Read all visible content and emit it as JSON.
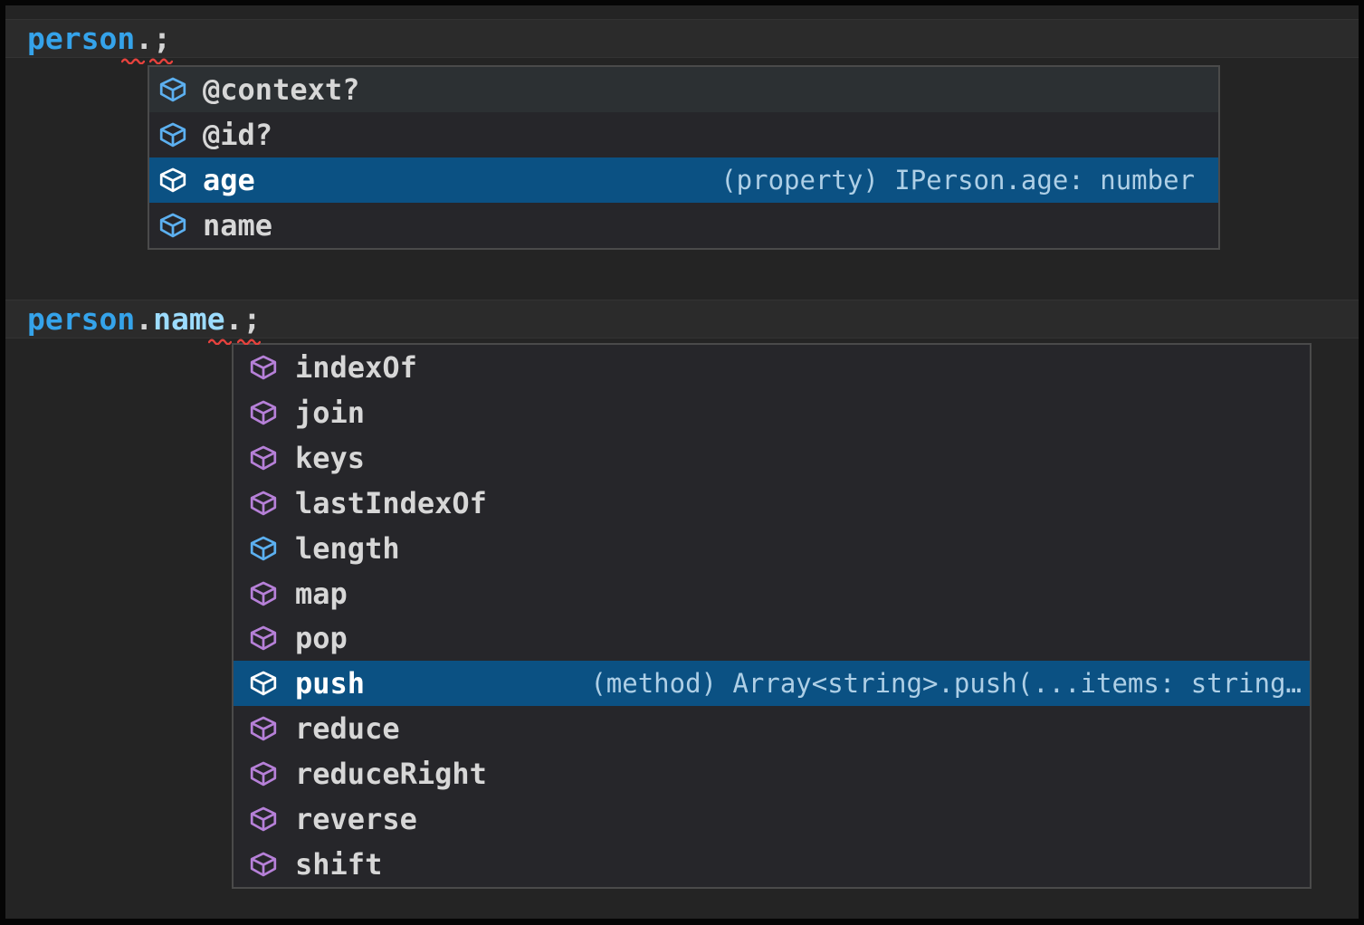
{
  "editor": {
    "colors": {
      "background": "#242424",
      "current_line": "#2b2b2b",
      "selection_blue": "#0b5183",
      "popup_background": "#26262a",
      "popup_border": "#4a4a4a",
      "hover_row": "#2c3033",
      "field_icon_blue": "#5cb0f0",
      "method_icon_purple": "#b680d8",
      "squiggle_red": "#e5423d",
      "variable_blue": "#35a3ea",
      "property_light_blue": "#9cdcfe",
      "punctuation": "#d4d4d4"
    },
    "code_lines": [
      {
        "name": "code-line-1",
        "tokens": [
          {
            "text": "person",
            "color": "#35a3ea"
          },
          {
            "text": ".",
            "color": "#d4d4d4"
          },
          {
            "text": ";",
            "color": "#d4d4d4"
          }
        ]
      },
      {
        "name": "code-line-2",
        "tokens": [
          {
            "text": "person",
            "color": "#35a3ea"
          },
          {
            "text": ".",
            "color": "#d4d4d4"
          },
          {
            "text": "name",
            "color": "#9cdcfe"
          },
          {
            "text": ".",
            "color": "#d4d4d4"
          },
          {
            "text": ";",
            "color": "#d4d4d4"
          }
        ]
      }
    ],
    "suggest_widgets": [
      {
        "name": "suggest-widget-person",
        "items": [
          {
            "label": "@context?",
            "kind": "field",
            "state": "hover"
          },
          {
            "label": "@id?",
            "kind": "field",
            "state": "normal"
          },
          {
            "label": "age",
            "kind": "field",
            "state": "selected",
            "detail": "(property) IPerson.age: number"
          },
          {
            "label": "name",
            "kind": "field",
            "state": "normal"
          }
        ]
      },
      {
        "name": "suggest-widget-person-name",
        "items": [
          {
            "label": "indexOf",
            "kind": "method",
            "state": "normal"
          },
          {
            "label": "join",
            "kind": "method",
            "state": "normal"
          },
          {
            "label": "keys",
            "kind": "method",
            "state": "normal"
          },
          {
            "label": "lastIndexOf",
            "kind": "method",
            "state": "normal"
          },
          {
            "label": "length",
            "kind": "field",
            "state": "normal"
          },
          {
            "label": "map",
            "kind": "method",
            "state": "normal"
          },
          {
            "label": "pop",
            "kind": "method",
            "state": "normal"
          },
          {
            "label": "push",
            "kind": "method",
            "state": "selected",
            "detail": "(method) Array<string>.push(...items: string…"
          },
          {
            "label": "reduce",
            "kind": "method",
            "state": "normal"
          },
          {
            "label": "reduceRight",
            "kind": "method",
            "state": "normal"
          },
          {
            "label": "reverse",
            "kind": "method",
            "state": "normal"
          },
          {
            "label": "shift",
            "kind": "method",
            "state": "normal"
          }
        ]
      }
    ]
  }
}
